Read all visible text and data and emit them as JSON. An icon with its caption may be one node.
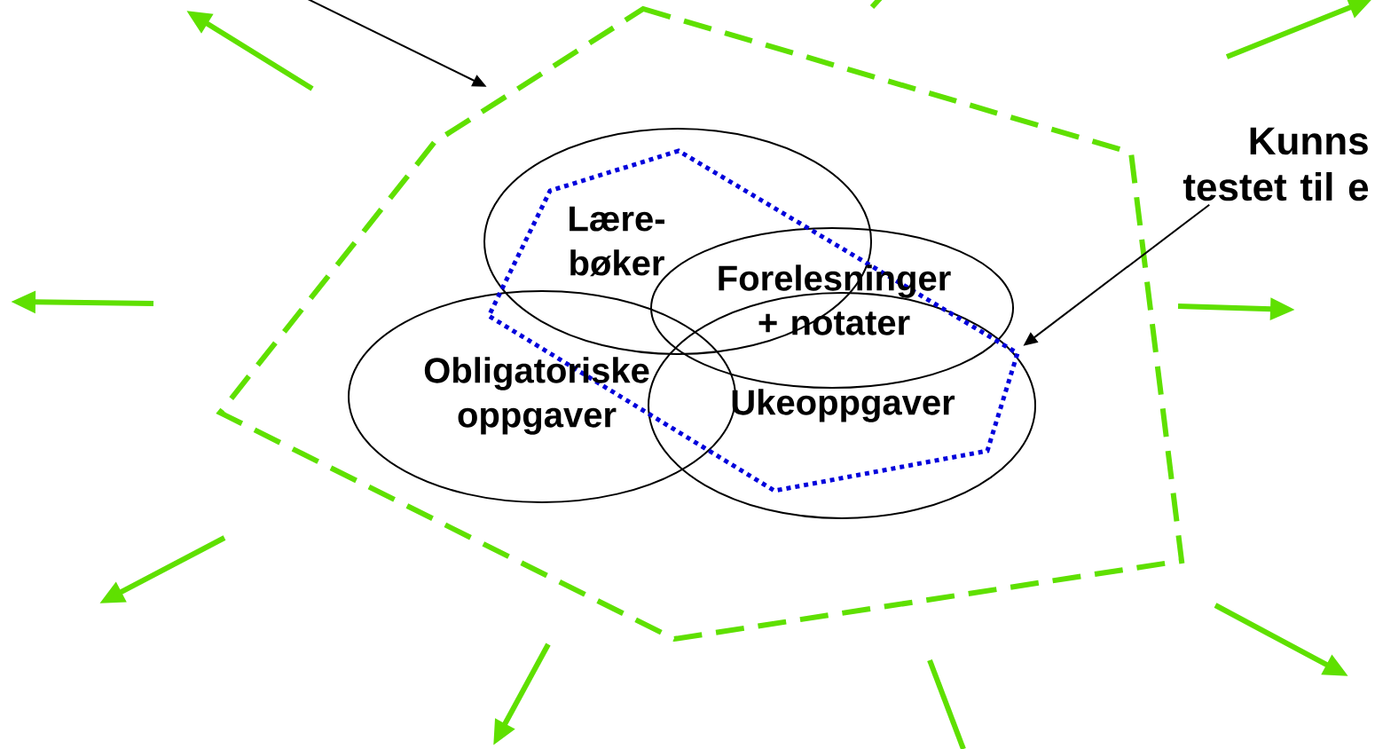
{
  "diagram": {
    "nodes": [
      {
        "text": [
          "Kunns testet til e"
        ]
      },
      {
        "text": [
          "Lære- bøker"
        ],
        "in": 6
      },
      {
        "text": [
          "Forelesninger + notater"
        ],
        "in": 5
      },
      {
        "text": [
          "Obligatoriske oppgaver"
        ],
        "in": 6
      },
      {
        "text": [
          "Ukeoppgaver"
        ],
        "in": 6
      },
      {
        "text": [],
        "shape": "polygon",
        "in": 6
      },
      {
        "text": [],
        "shape": "polygon"
      }
    ],
    "edges": [
      {
        "from": 0,
        "to": 5,
        "arrow": "to"
      },
      {
        "from": null,
        "to": 6,
        "arrow": "to"
      }
    ]
  }
}
